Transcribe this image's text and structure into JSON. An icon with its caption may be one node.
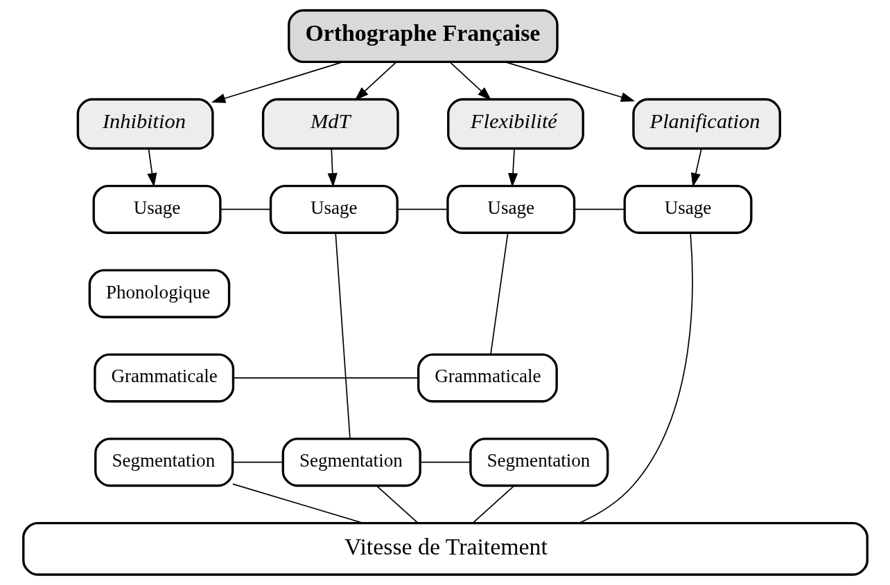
{
  "diagram": {
    "nodes": [
      {
        "text": [
          "Orthographe Française"
        ]
      },
      {
        "text": [
          "Inhibition"
        ]
      },
      {
        "text": [
          "MdT"
        ]
      },
      {
        "text": [
          "Flexibilité"
        ]
      },
      {
        "text": [
          "Planification"
        ]
      },
      {
        "text": [
          "Usage"
        ]
      },
      {
        "text": [
          "Usage"
        ]
      },
      {
        "text": [
          "Usage"
        ]
      },
      {
        "text": [
          "Usage"
        ]
      },
      {
        "text": [
          "Phonologique"
        ]
      },
      {
        "text": [
          "Grammaticale"
        ]
      },
      {
        "text": [
          "Grammaticale"
        ]
      },
      {
        "text": [
          "Segmentation"
        ]
      },
      {
        "text": [
          "Segmentation"
        ]
      },
      {
        "text": [
          "Segmentation"
        ]
      },
      {
        "text": [
          "Vitesse de Traitement"
        ]
      }
    ],
    "edges": [
      {
        "from": 0,
        "to": 1,
        "arrow": "to"
      },
      {
        "from": 0,
        "to": 2,
        "arrow": "to"
      },
      {
        "from": 0,
        "to": 3,
        "arrow": "to"
      },
      {
        "from": 0,
        "to": 4,
        "arrow": "to"
      },
      {
        "from": 1,
        "to": 5,
        "arrow": "to"
      },
      {
        "from": 2,
        "to": 6,
        "arrow": "to"
      },
      {
        "from": 3,
        "to": 7,
        "arrow": "to"
      },
      {
        "from": 4,
        "to": 8,
        "arrow": "to"
      },
      {
        "from": 5,
        "to": 6,
        "arrow": "none"
      },
      {
        "from": 6,
        "to": 7,
        "arrow": "none"
      },
      {
        "from": 7,
        "to": 8,
        "arrow": "none"
      },
      {
        "from": 6,
        "to": 13,
        "arrow": "none"
      },
      {
        "from": 7,
        "to": 11,
        "arrow": "none"
      },
      {
        "from": 10,
        "to": 11,
        "arrow": "none"
      },
      {
        "from": 12,
        "to": 13,
        "arrow": "none"
      },
      {
        "from": 13,
        "to": 14,
        "arrow": "none"
      },
      {
        "from": 12,
        "to": 15,
        "arrow": "none"
      },
      {
        "from": 13,
        "to": 15,
        "arrow": "none"
      },
      {
        "from": 14,
        "to": 15,
        "arrow": "none"
      },
      {
        "from": 8,
        "to": 15,
        "arrow": "none"
      }
    ]
  }
}
